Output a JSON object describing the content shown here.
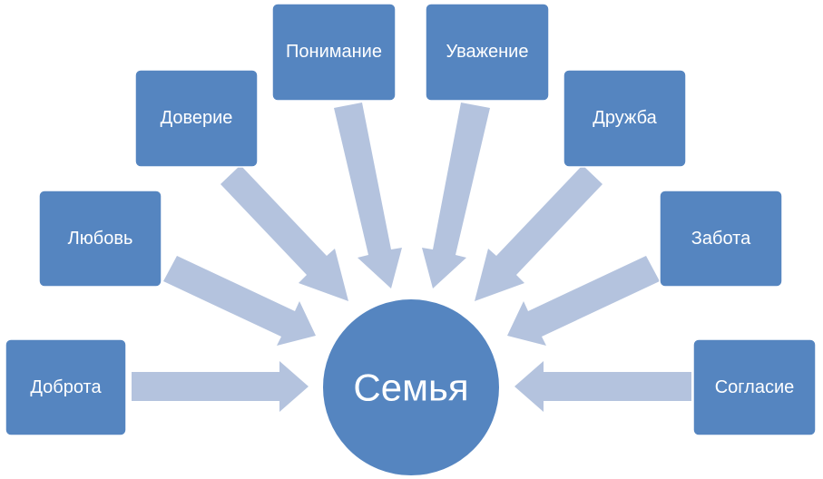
{
  "center": {
    "label": "Семья",
    "fill": "#5585c0"
  },
  "nodes": [
    {
      "id": "dobrota",
      "label": "Доброта"
    },
    {
      "id": "lyubov",
      "label": "Любовь"
    },
    {
      "id": "doverie",
      "label": "Доверие"
    },
    {
      "id": "ponimanie",
      "label": "Понимание"
    },
    {
      "id": "uvazhenie",
      "label": "Уважение"
    },
    {
      "id": "druzhba",
      "label": "Дружба"
    },
    {
      "id": "zabota",
      "label": "Забота"
    },
    {
      "id": "soglasie",
      "label": "Согласие"
    }
  ],
  "colors": {
    "box": "#5585c0",
    "arrow": "#b4c3de",
    "text": "#ffffff"
  }
}
